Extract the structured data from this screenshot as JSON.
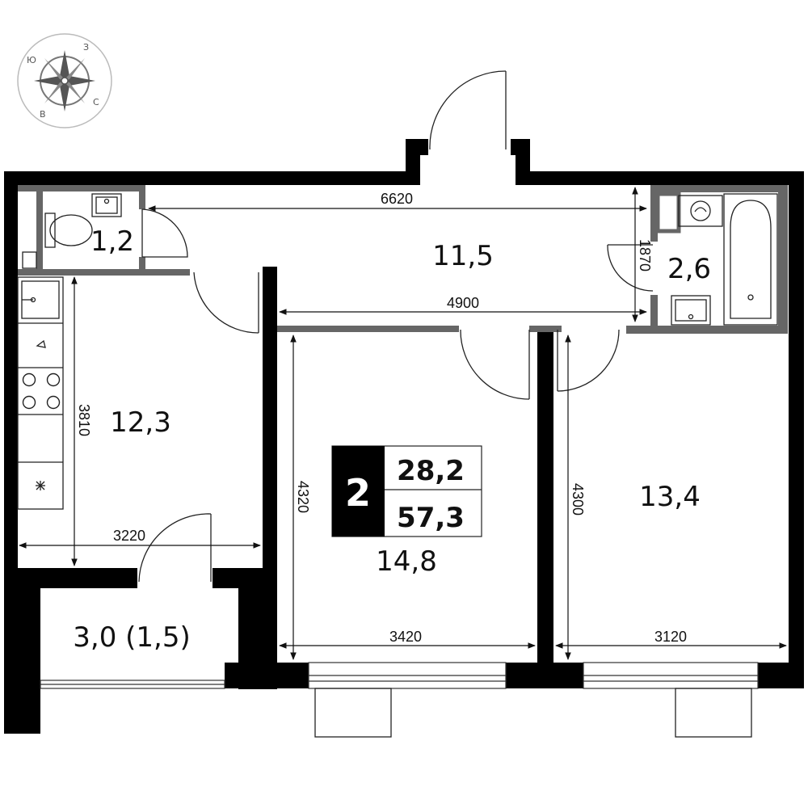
{
  "compass": {
    "letters": [
      "Ю",
      "З",
      "С",
      "В"
    ],
    "icon": "compass-rose-icon"
  },
  "rooms": {
    "wc": "1,2",
    "hall": "11,5",
    "bathroom": "2,6",
    "kitchen": "12,3",
    "bedroom": "14,8",
    "living": "13,4",
    "balcony": "3,0 (1,5)"
  },
  "dimensions": {
    "hall_length": "6620",
    "hall_width": "4900",
    "bath_depth": "1870",
    "kitchen_depth": "3810",
    "kitchen_width": "3220",
    "bedroom_depth": "4320",
    "bedroom_width": "3420",
    "living_depth": "4300",
    "living_width": "3120"
  },
  "summary": {
    "rooms_count": "2",
    "living_area": "28,2",
    "total_area": "57,3"
  },
  "colors": {
    "wall": "#000000",
    "partition": "#666666",
    "line": "#111111",
    "background": "#ffffff"
  }
}
